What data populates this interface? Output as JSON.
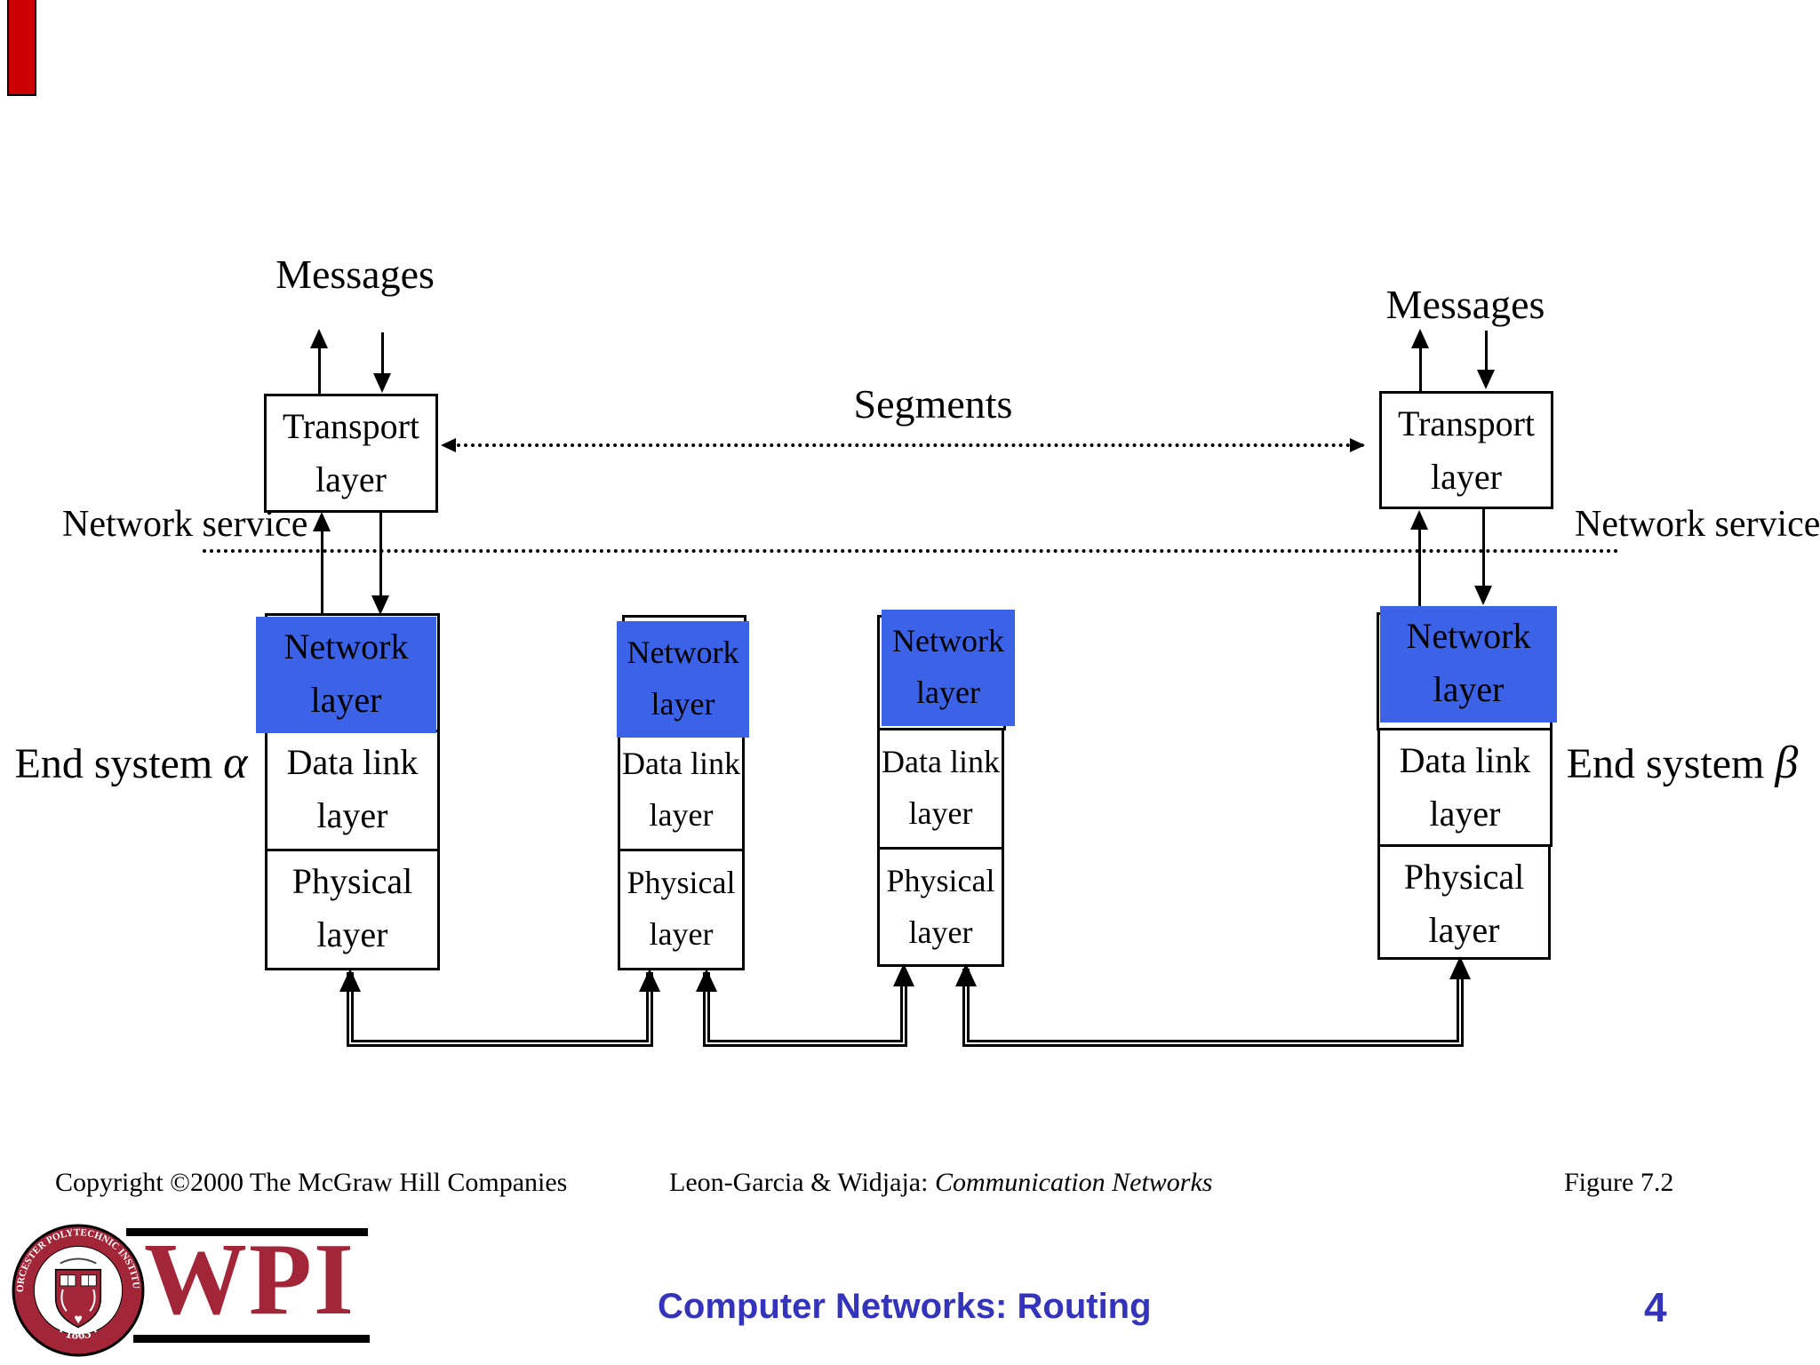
{
  "slide": {
    "messages_left": "Messages",
    "messages_right": "Messages",
    "segments": "Segments",
    "network_service_left": {
      "line1": "Network",
      "line2": "service"
    },
    "network_service_right": {
      "line1": "Network",
      "line2": "service"
    },
    "end_system_alpha": {
      "line1": "End system",
      "line2": "α"
    },
    "end_system_beta": {
      "line1": "End system",
      "line2": "β"
    }
  },
  "boxes": {
    "transport": {
      "line1": "Transport",
      "line2": "layer"
    },
    "network": {
      "line1": "Network",
      "line2": "layer"
    },
    "datalink": {
      "line1": "Data link",
      "line2": "layer"
    },
    "physical": {
      "line1": "Physical",
      "line2": "layer"
    }
  },
  "credits": {
    "copyright": "Copyright ©2000 The McGraw Hill Companies",
    "citation_prefix": "Leon-Garcia & Widjaja:",
    "citation_title": "Communication Networks",
    "figure": "Figure 7.2"
  },
  "footer": {
    "course_title": "Computer Networks: Routing",
    "page_number": "4"
  },
  "logo": {
    "letters": "WPI",
    "seal_ring_text": "WORCESTER POLYTECHNIC INSTITUTE",
    "seal_year": "· 1865 ·"
  },
  "colors": {
    "highlight_blue": "#3C63E7",
    "wpi_crimson": "#A32638",
    "footer_blue": "#3333BB",
    "accent_red": "#CC0000"
  }
}
